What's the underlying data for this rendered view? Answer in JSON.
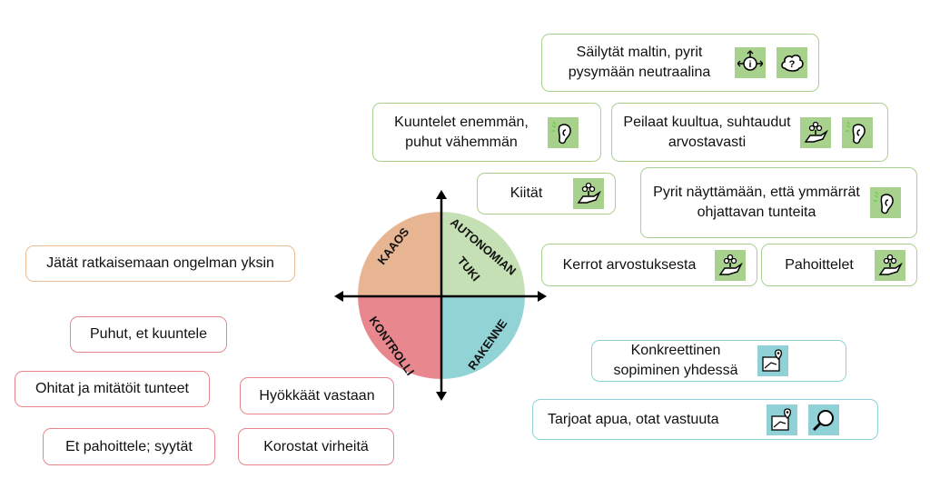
{
  "quadrants": {
    "top_left": "KAAOS",
    "top_right_1": "AUTONOMIAN",
    "top_right_2": "TUKI",
    "bottom_left": "KONTROLLI",
    "bottom_right": "RAKENNE"
  },
  "colors": {
    "kaaos": "#e8b592",
    "autonomian_tuki": "#c5e0b4",
    "kontrolli": "#e8878d",
    "rakenne": "#92d3d6"
  },
  "green_boxes": [
    {
      "text": "Säilytät maltin, pyrit pysymään neutraalina",
      "icons": [
        "info-arrows-icon",
        "question-cloud-icon"
      ]
    },
    {
      "text": "Kuuntelet enemmän, puhut vähemmän",
      "icons": [
        "ear-icon"
      ]
    },
    {
      "text": "Peilaat kuultua, suhtaudut arvostavasti",
      "icons": [
        "hand-plant-icon",
        "ear-icon"
      ]
    },
    {
      "text": "Kiität",
      "icons": [
        "hand-plant-icon"
      ]
    },
    {
      "text": "Pyrit näyttämään, että ymmärrät ohjattavan tunteita",
      "icons": [
        "ear-icon"
      ]
    },
    {
      "text": "Kerrot arvostuksesta",
      "icons": [
        "hand-plant-icon"
      ]
    },
    {
      "text": "Pahoittelet",
      "icons": [
        "hand-plant-icon"
      ]
    }
  ],
  "teal_boxes": [
    {
      "text": "Konkreettinen sopiminen yhdessä",
      "icons": [
        "map-pin-icon"
      ]
    },
    {
      "text": "Tarjoat apua, otat vastuuta",
      "icons": [
        "map-pin-icon",
        "magnifier-icon"
      ]
    }
  ],
  "orange_boxes": [
    {
      "text": "Jätät ratkaisemaan ongelman yksin"
    }
  ],
  "red_boxes": [
    {
      "text": "Puhut, et kuuntele"
    },
    {
      "text": "Ohitat ja mitätöit tunteet"
    },
    {
      "text": "Hyökkäät vastaan"
    },
    {
      "text": "Et pahoittele; syytät"
    },
    {
      "text": "Korostat virheitä"
    }
  ]
}
